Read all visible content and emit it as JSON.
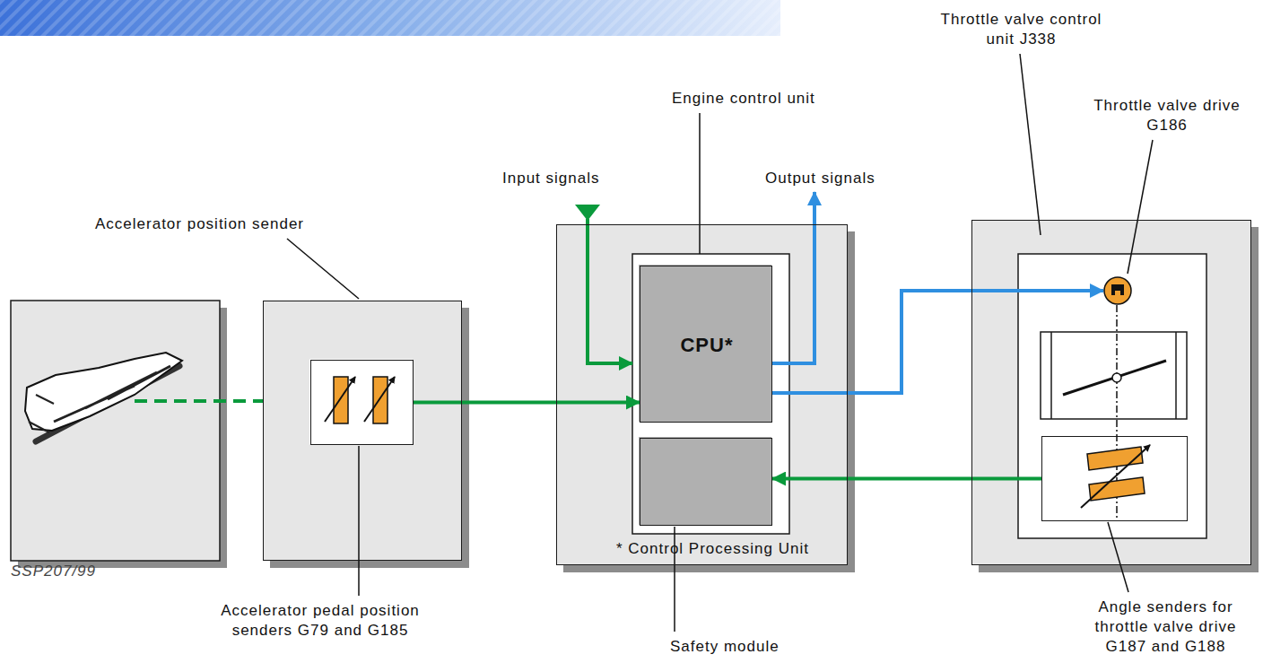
{
  "diagram": {
    "nodes": [
      {
        "text": [
          "Accelerator position sender"
        ]
      },
      {
        "text": [
          "Accelerator pedal position senders G79 and G185"
        ],
        "in": 0
      },
      {
        "text": [
          "Engine control unit",
          "* Control Processing Unit"
        ]
      },
      {
        "text": [
          "CPU*"
        ],
        "in": 2
      },
      {
        "text": [
          "Safety module"
        ],
        "in": 2
      },
      {
        "text": [
          "Throttle valve control unit J338"
        ]
      },
      {
        "text": [
          "Throttle valve drive G186"
        ],
        "in": 5
      },
      {
        "text": [
          "Angle senders for throttle valve drive G187 and G188"
        ],
        "in": 5
      }
    ],
    "edges": [
      {
        "from": 1,
        "to": 3,
        "arrow": "to"
      },
      {
        "from": 3,
        "to": 6,
        "arrow": "to"
      },
      {
        "from": 7,
        "to": 4,
        "arrow": "to"
      }
    ],
    "labels": [
      "Input signals",
      "Output signals",
      "SSP207/99"
    ]
  }
}
